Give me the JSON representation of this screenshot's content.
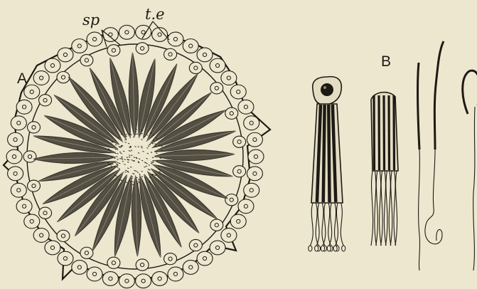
{
  "figure": {
    "labels": {
      "sp": "sp",
      "te": "t.e",
      "panel_a": "A",
      "panel_b": "B"
    },
    "colors": {
      "paper": "#ede7cf",
      "ink": "#1d1a14",
      "shade": "#3a352b"
    }
  }
}
